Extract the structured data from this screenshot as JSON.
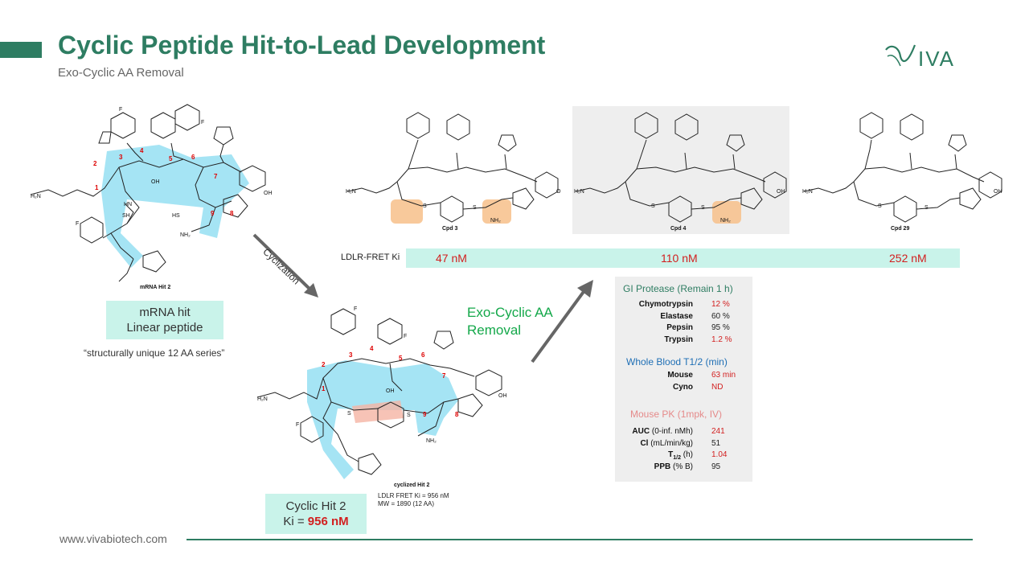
{
  "header": {
    "title": "Cyclic Peptide Hit-to-Lead Development",
    "subtitle": "Exo-Cyclic AA Removal",
    "logo_text": "IVA"
  },
  "hit": {
    "caption": "mRNA Hit 2",
    "box_line1": "mRNA hit",
    "box_line2": "Linear peptide",
    "quote": "“structurally unique 12 AA series”"
  },
  "cyclization_label": "Cyclization",
  "cyclized": {
    "caption": "cyclized Hit 2",
    "ki_line": "LDLR FRET Ki = 956 nM",
    "mw_line": "MW = 1890 (12 AA)",
    "box_line1": "Cyclic Hit 2",
    "box_ki_prefix": "Ki = ",
    "box_ki_value": "956 nM"
  },
  "exo": {
    "line1": "Exo-Cyclic AA",
    "line2": "Removal"
  },
  "compounds": [
    {
      "name": "Cpd 3",
      "ki": "47 nM"
    },
    {
      "name": "Cpd 4",
      "ki": "110 nM"
    },
    {
      "name": "Cpd 29",
      "ki": "252 nM"
    }
  ],
  "ldlr_label": "LDLR-FRET Ki",
  "panel": {
    "gi_title": "GI Protease (Remain 1 h)",
    "gi_rows": [
      {
        "k": "Chymotrypsin",
        "v": "12 %",
        "red": true
      },
      {
        "k": "Elastase",
        "v": "60 %",
        "red": false
      },
      {
        "k": "Pepsin",
        "v": "95 %",
        "red": false
      },
      {
        "k": "Trypsin",
        "v": "1.2 %",
        "red": true
      }
    ],
    "wb_title": "Whole Blood T1/2 (min)",
    "wb_rows": [
      {
        "k": "Mouse",
        "v": "63 min",
        "red": true
      },
      {
        "k": "Cyno",
        "v": "ND",
        "red": true
      }
    ],
    "pk_title": "Mouse PK (1mpk, IV)",
    "pk_rows": [
      {
        "k": "AUC",
        "k2": " (0-inf. nMh)",
        "v": "241",
        "red": true
      },
      {
        "k": "Cl",
        "k2": " (mL/min/kg)",
        "v": "51",
        "red": false
      },
      {
        "k": "T",
        "k2": " (h)",
        "v": "1.04",
        "red": true
      },
      {
        "k": "PPB",
        "k2": " (% B)",
        "v": "95",
        "red": false
      }
    ],
    "t_sub": "1/2"
  },
  "footer": "www.vivabiotech.com",
  "colors": {
    "brand_green": "#2e7d62",
    "highlight_cyan": "#c9f3ea",
    "value_red": "#d21f1f",
    "exo_green": "#14a84a",
    "wb_blue": "#1f6fb5",
    "pk_pink": "#e58a8a"
  }
}
